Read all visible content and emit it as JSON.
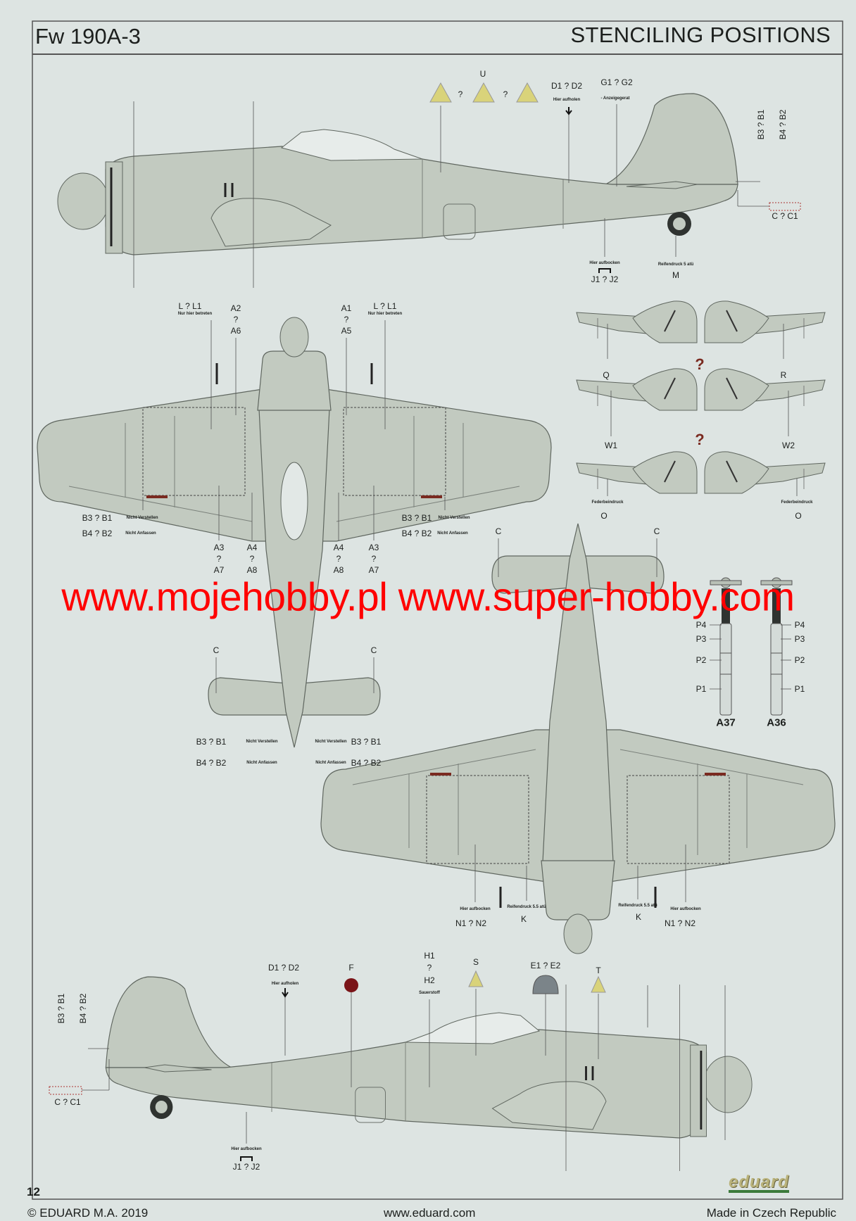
{
  "header": {
    "model": "Fw 190A-3",
    "section": "STENCILING POSITIONS"
  },
  "colors": {
    "background": "#dde4e2",
    "airframe": "#c2cac0",
    "watermark": "#ff0000",
    "marker_red": "#7a1418"
  },
  "side_view_top": {
    "u": "U",
    "q": "?",
    "d1d2": "D1 ? D2",
    "hier_aufholen": "Hier aufholen",
    "g1g2": "G1 ? G2",
    "anzeigegerat": "- Anzeigegerat",
    "b3b1": "B3 ? B1",
    "b4b2": "B4 ? B2",
    "cc1": "C ? C1",
    "hier_aufbocken": "Hier aufbocken",
    "j1j2": "J1 ? J2",
    "reifendruck": "Reifendruck 5 atü",
    "m": "M"
  },
  "plan_view_top": {
    "ll1": "L ? L1",
    "nur_hier_betreten": "Nur hier betreten",
    "a2": "A2",
    "a6": "A6",
    "a1": "A1",
    "a5": "A5",
    "q": "?",
    "b3b1": "B3 ? B1",
    "b4b2": "B4 ? B2",
    "nicht_verstellen": "Nicht Verstellen",
    "nicht_anfassen": "Nicht Anfassen",
    "a3": "A3",
    "a7": "A7",
    "a4": "A4",
    "a8": "A8",
    "c": "C"
  },
  "wing_panels": {
    "q": "Q",
    "r": "R",
    "w1": "W1",
    "w2": "W2",
    "o": "O",
    "federbeindruck": "Federbeindruck",
    "or": "?"
  },
  "landing_gear": {
    "p1": "P1",
    "p2": "P2",
    "p3": "P3",
    "p4": "P4",
    "a37": "A37",
    "a36": "A36"
  },
  "plan_view_bottom": {
    "c": "C",
    "hier_aufbocken": "Hier aufbocken",
    "n1n2": "N1 ? N2",
    "reifendruck": "Reifendruck 5.5 atü",
    "k": "K"
  },
  "side_view_bottom": {
    "d1d2": "D1 ? D2",
    "hier_aufholen": "Hier aufholen",
    "f": "F",
    "h1": "H1",
    "q": "?",
    "h2": "H2",
    "sauerstoff": "Sauerstoff",
    "s": "S",
    "e1e2": "E1 ? E2",
    "t": "T",
    "b3b1": "B3 ? B1",
    "b4b2": "B4 ? B2",
    "cc1": "C ? C1",
    "hier_aufbocken": "Hier aufbocken",
    "j1j2": "J1 ? J2"
  },
  "watermark": "www.mojehobby.pl www.super-hobby.com",
  "logo": "eduard",
  "footer": {
    "page": "12",
    "copyright": "© EDUARD M.A. 2019",
    "url": "www.eduard.com",
    "origin": "Made in Czech Republic"
  }
}
